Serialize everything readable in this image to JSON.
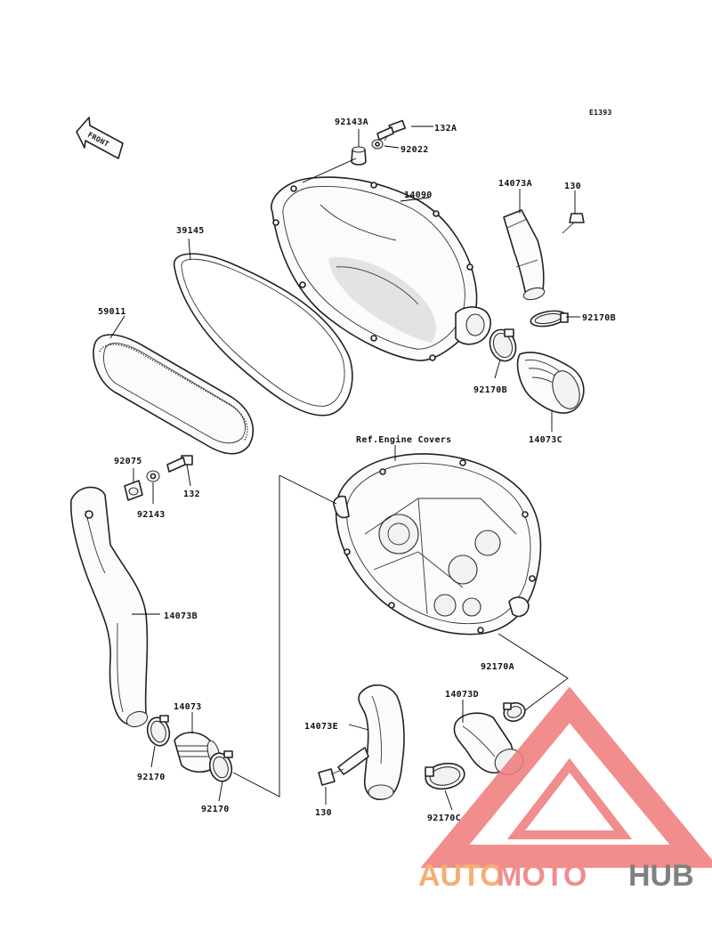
{
  "diagram_code": "E1393",
  "front_arrow_label": "FRONT",
  "reference_label": "Ref.Engine Covers",
  "parts": {
    "p92143A": "92143A",
    "p132A": "132A",
    "p92022": "92022",
    "p14090": "14090",
    "p14073A": "14073A",
    "p130_top": "130",
    "p39145": "39145",
    "p92170B_right": "92170B",
    "p59011": "59011",
    "p92170B_left": "92170B",
    "p14073C": "14073C",
    "p92075": "92075",
    "p132": "132",
    "p92143": "92143",
    "p14073B": "14073B",
    "p92170A": "92170A",
    "p14073": "14073",
    "p14073D": "14073D",
    "p14073E": "14073E",
    "p92170_a": "92170",
    "p92170_b": "92170",
    "p130_bottom": "130",
    "p92170C": "92170C"
  },
  "watermark": {
    "text_part1": "AUTO",
    "text_part2": "MOTO",
    "text_part3": "HUB",
    "color_orange": "#f6a15b",
    "color_red": "#ef7a7a",
    "color_dark": "#6b6b6b"
  }
}
